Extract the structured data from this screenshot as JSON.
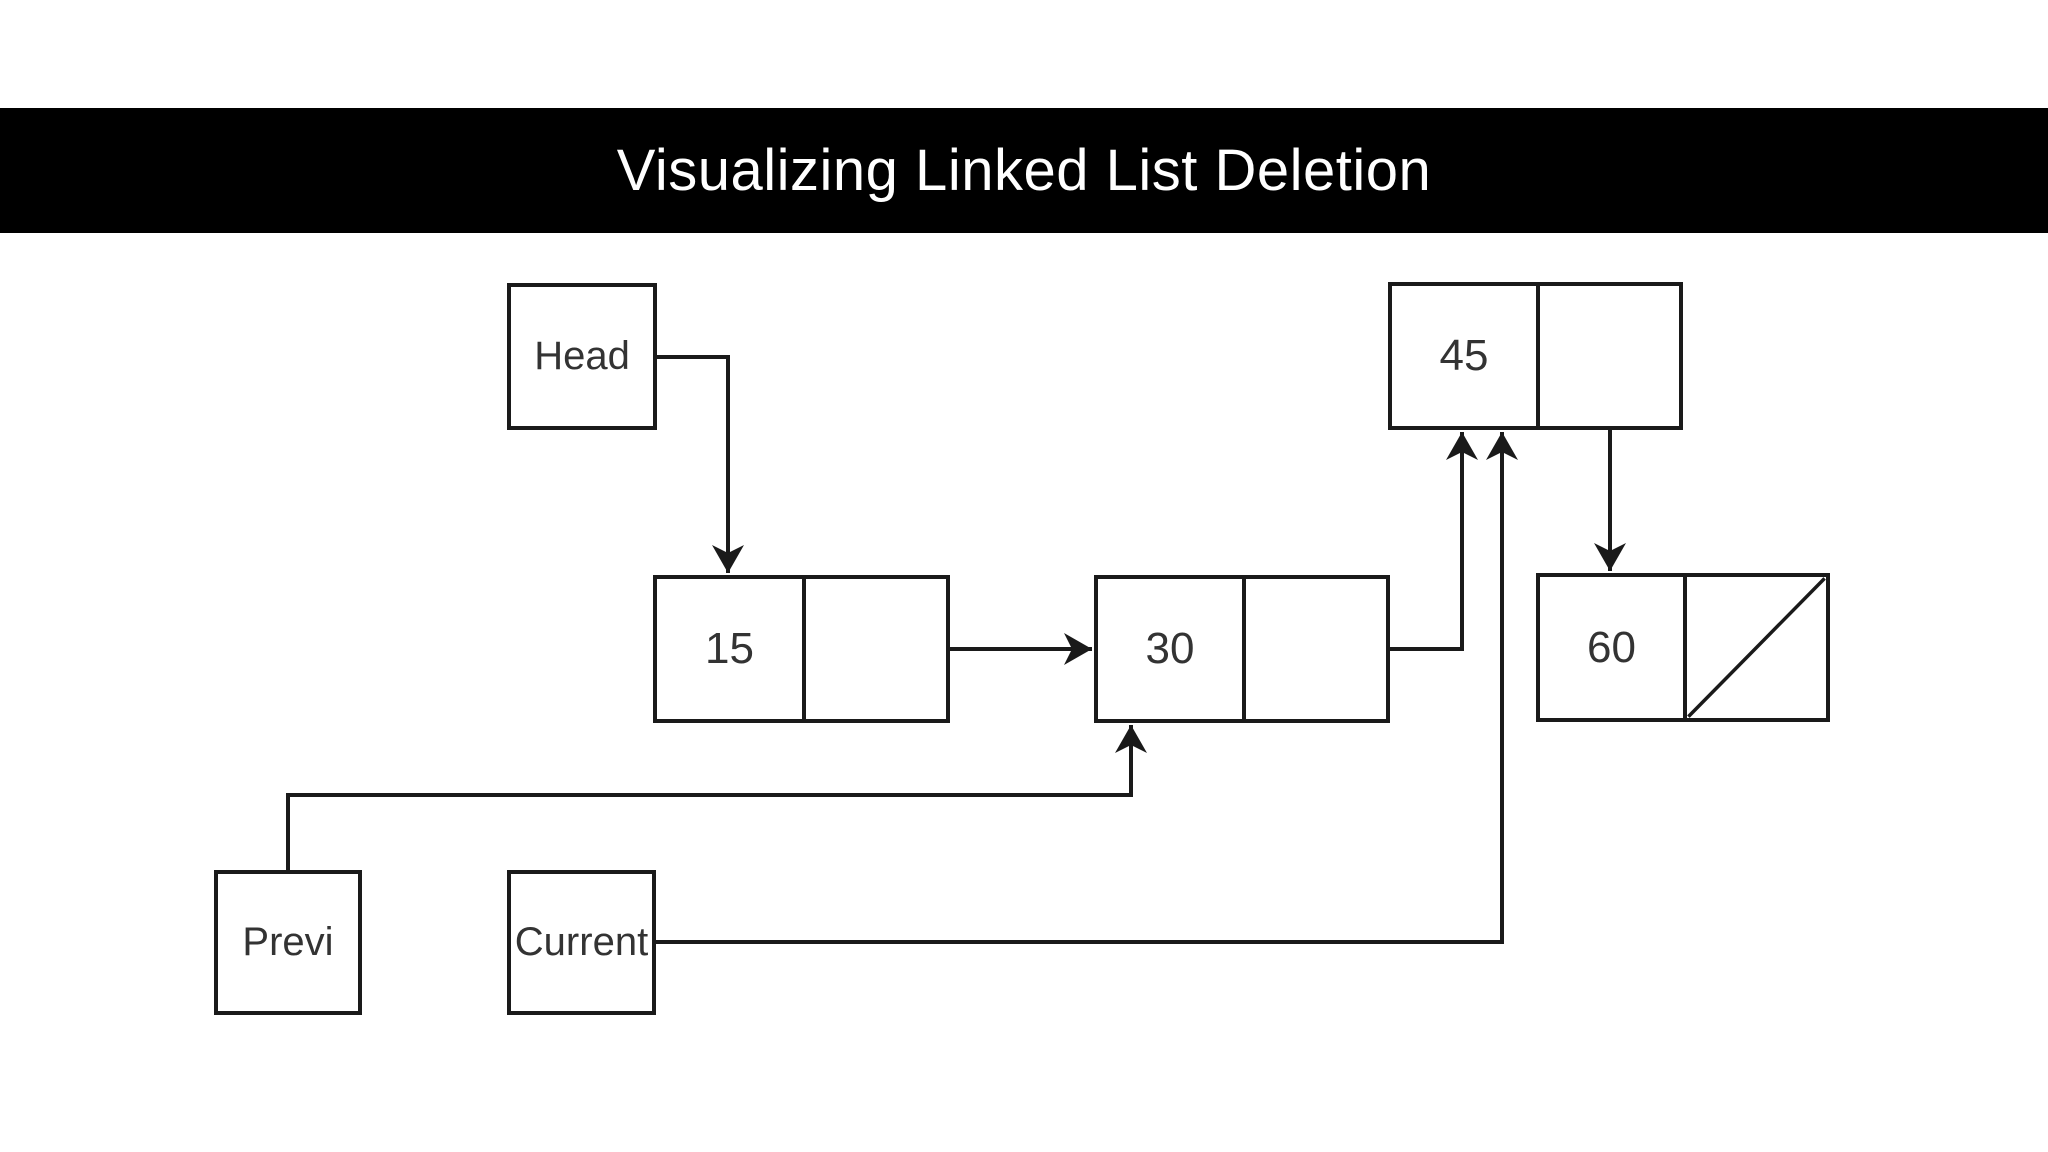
{
  "title": "Visualizing Linked List Deletion",
  "colors": {
    "title_bar_bg": "#000000",
    "title_text": "#ffffff",
    "line": "#1a1a1a",
    "box_border": "#1a1a1a",
    "box_fill": "#ffffff",
    "label_text": "#333333"
  },
  "pointers": {
    "head": {
      "label": "Head"
    },
    "previous": {
      "label": "Previ"
    },
    "current": {
      "label": "Current"
    }
  },
  "nodes": [
    {
      "value": "15",
      "next_is_null": false
    },
    {
      "value": "30",
      "next_is_null": false
    },
    {
      "value": "45",
      "next_is_null": false
    },
    {
      "value": "60",
      "next_is_null": true
    }
  ],
  "edges": [
    {
      "from": "head",
      "to": "node-15"
    },
    {
      "from": "node-15-next",
      "to": "node-30"
    },
    {
      "from": "node-30-next",
      "to": "node-45"
    },
    {
      "from": "node-45-next",
      "to": "node-60"
    },
    {
      "from": "previous",
      "to": "node-30"
    },
    {
      "from": "current",
      "to": "node-45"
    }
  ]
}
